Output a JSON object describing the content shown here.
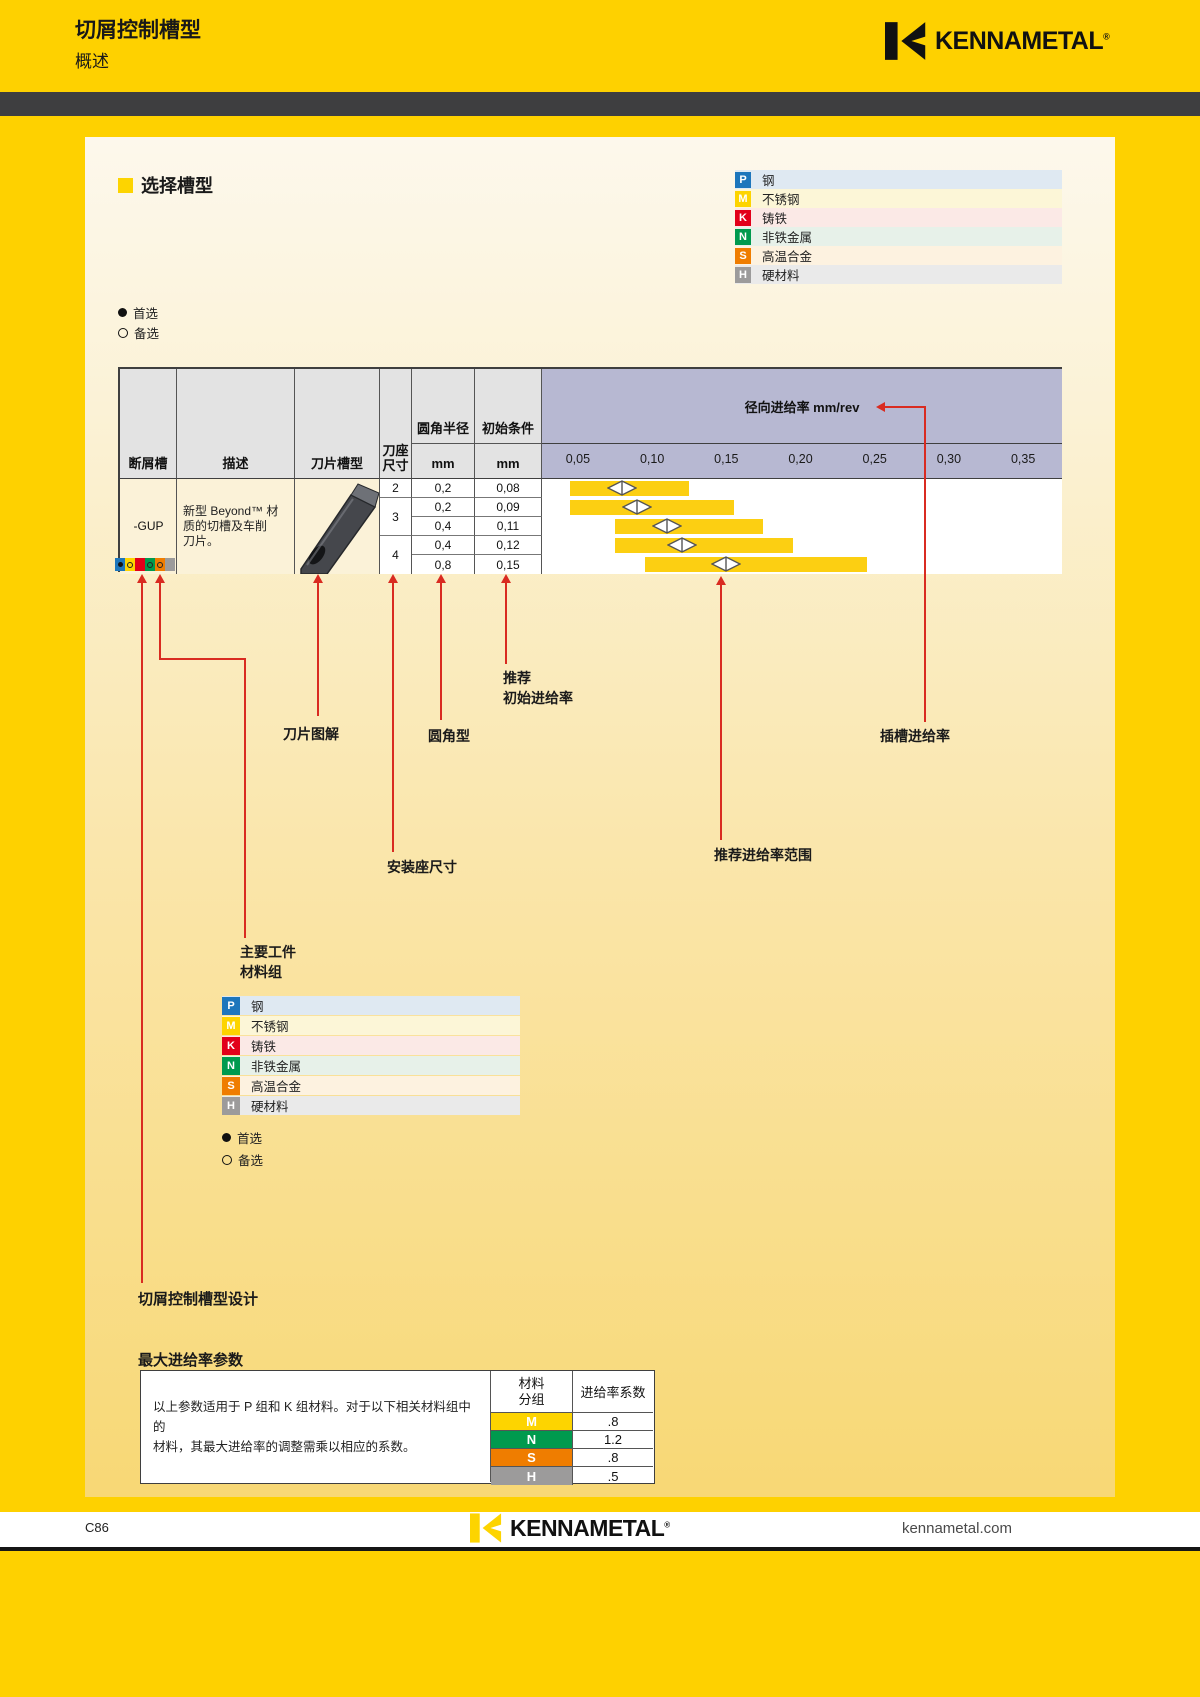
{
  "header": {
    "title": "切屑控制槽型",
    "subtitle": "概述",
    "brand": "KENNAMETAL",
    "reg": "®"
  },
  "section": {
    "title": "选择槽型"
  },
  "pref_legend": {
    "preferred": "首选",
    "alternate": "备选"
  },
  "materials": [
    {
      "code": "P",
      "label": "钢",
      "color": "#1d76bc",
      "row_bg": "#dfe9f2"
    },
    {
      "code": "M",
      "label": "不锈钢",
      "color": "#fdd400",
      "row_bg": "#fcf6d7"
    },
    {
      "code": "K",
      "label": "铸铁",
      "color": "#e2001a",
      "row_bg": "#fbe9e6"
    },
    {
      "code": "N",
      "label": "非铁金属",
      "color": "#009a4e",
      "row_bg": "#e7f1e9"
    },
    {
      "code": "S",
      "label": "高温合金",
      "color": "#ef7d00",
      "row_bg": "#fdf2e0"
    },
    {
      "code": "H",
      "label": "硬材料",
      "color": "#9c9b9b",
      "row_bg": "#eaeaea"
    }
  ],
  "table": {
    "headers": {
      "chipbreaker": "断屑槽",
      "description": "描述",
      "insert_style": "刀片槽型",
      "seat_line1": "刀座",
      "seat_line2": "尺寸",
      "corner_radius": "圆角半径",
      "initial_condition": "初始条件",
      "unit": "mm"
    },
    "grade": "-GUP",
    "description_lines": [
      "新型 Beyond™ 材",
      "质的切槽及车削",
      "刀片。"
    ],
    "seat_groups": [
      "2",
      "3",
      "4"
    ],
    "chipbreaker_materials": [
      {
        "code": "P",
        "marker": "filled"
      },
      {
        "code": "M",
        "marker": "open"
      },
      {
        "code": "K",
        "marker": "none"
      },
      {
        "code": "N",
        "marker": "open"
      },
      {
        "code": "S",
        "marker": "open"
      },
      {
        "code": "H",
        "marker": "none"
      }
    ]
  },
  "chart_data": {
    "type": "bar",
    "title": "径向进给率 mm/rev",
    "xlabel": "径向进给率 mm/rev",
    "x_ticks": [
      0.05,
      0.1,
      0.15,
      0.2,
      0.25,
      0.3,
      0.35
    ],
    "x_tick_labels": [
      "0,05",
      "0,10",
      "0,15",
      "0,20",
      "0,25",
      "0,30",
      "0,35"
    ],
    "xlim": [
      0.0258,
      0.3762
    ],
    "bar_color": "#fccf12",
    "legend": "yellow bar = recommended feed range, split diamond = recommended initial feed",
    "series": [
      {
        "seat": "2",
        "radius_label": "0,2",
        "initial_label": "0,08",
        "range": [
          0.045,
          0.125
        ],
        "start_marker": 0.08
      },
      {
        "seat": "3",
        "radius_label": "0,2",
        "initial_label": "0,09",
        "range": [
          0.045,
          0.155
        ],
        "start_marker": 0.09
      },
      {
        "seat": "3",
        "radius_label": "0,4",
        "initial_label": "0,11",
        "range": [
          0.075,
          0.175
        ],
        "start_marker": 0.11
      },
      {
        "seat": "4",
        "radius_label": "0,4",
        "initial_label": "0,12",
        "range": [
          0.075,
          0.195
        ],
        "start_marker": 0.12
      },
      {
        "seat": "4",
        "radius_label": "0,8",
        "initial_label": "0,15",
        "range": [
          0.095,
          0.245
        ],
        "start_marker": 0.15
      }
    ]
  },
  "annotations": {
    "recommended_line1": "推荐",
    "recommended_line2": "初始进给率",
    "insert_diagram": "刀片图解",
    "corner_type": "圆角型",
    "plunge_feed": "插槽进给率",
    "seat_dimension": "安装座尺寸",
    "feed_range": "推荐进给率范围",
    "workpiece_line1": "主要工件",
    "workpiece_line2": "材料组",
    "chip_design": "切屑控制槽型设计"
  },
  "max_feed": {
    "title": "最大进给率参数",
    "note_line1": "以上参数适用于 P 组和 K 组材料。对于以下相关材料组中的",
    "note_line2": "材料，其最大进给率的调整需乘以相应的系数。",
    "group_header_line1": "材料",
    "group_header_line2": "分组",
    "factor_header": "进给率系数",
    "rows": [
      {
        "code": "M",
        "factor": ".8",
        "color": "#fdd400"
      },
      {
        "code": "N",
        "factor": "1.2",
        "color": "#009a4e"
      },
      {
        "code": "S",
        "factor": ".8",
        "color": "#ef7d00"
      },
      {
        "code": "H",
        "factor": ".5",
        "color": "#9c9b9b"
      }
    ]
  },
  "footer": {
    "page_code": "C86",
    "brand": "KENNAMETAL",
    "reg": "®",
    "website": "kennametal.com"
  }
}
